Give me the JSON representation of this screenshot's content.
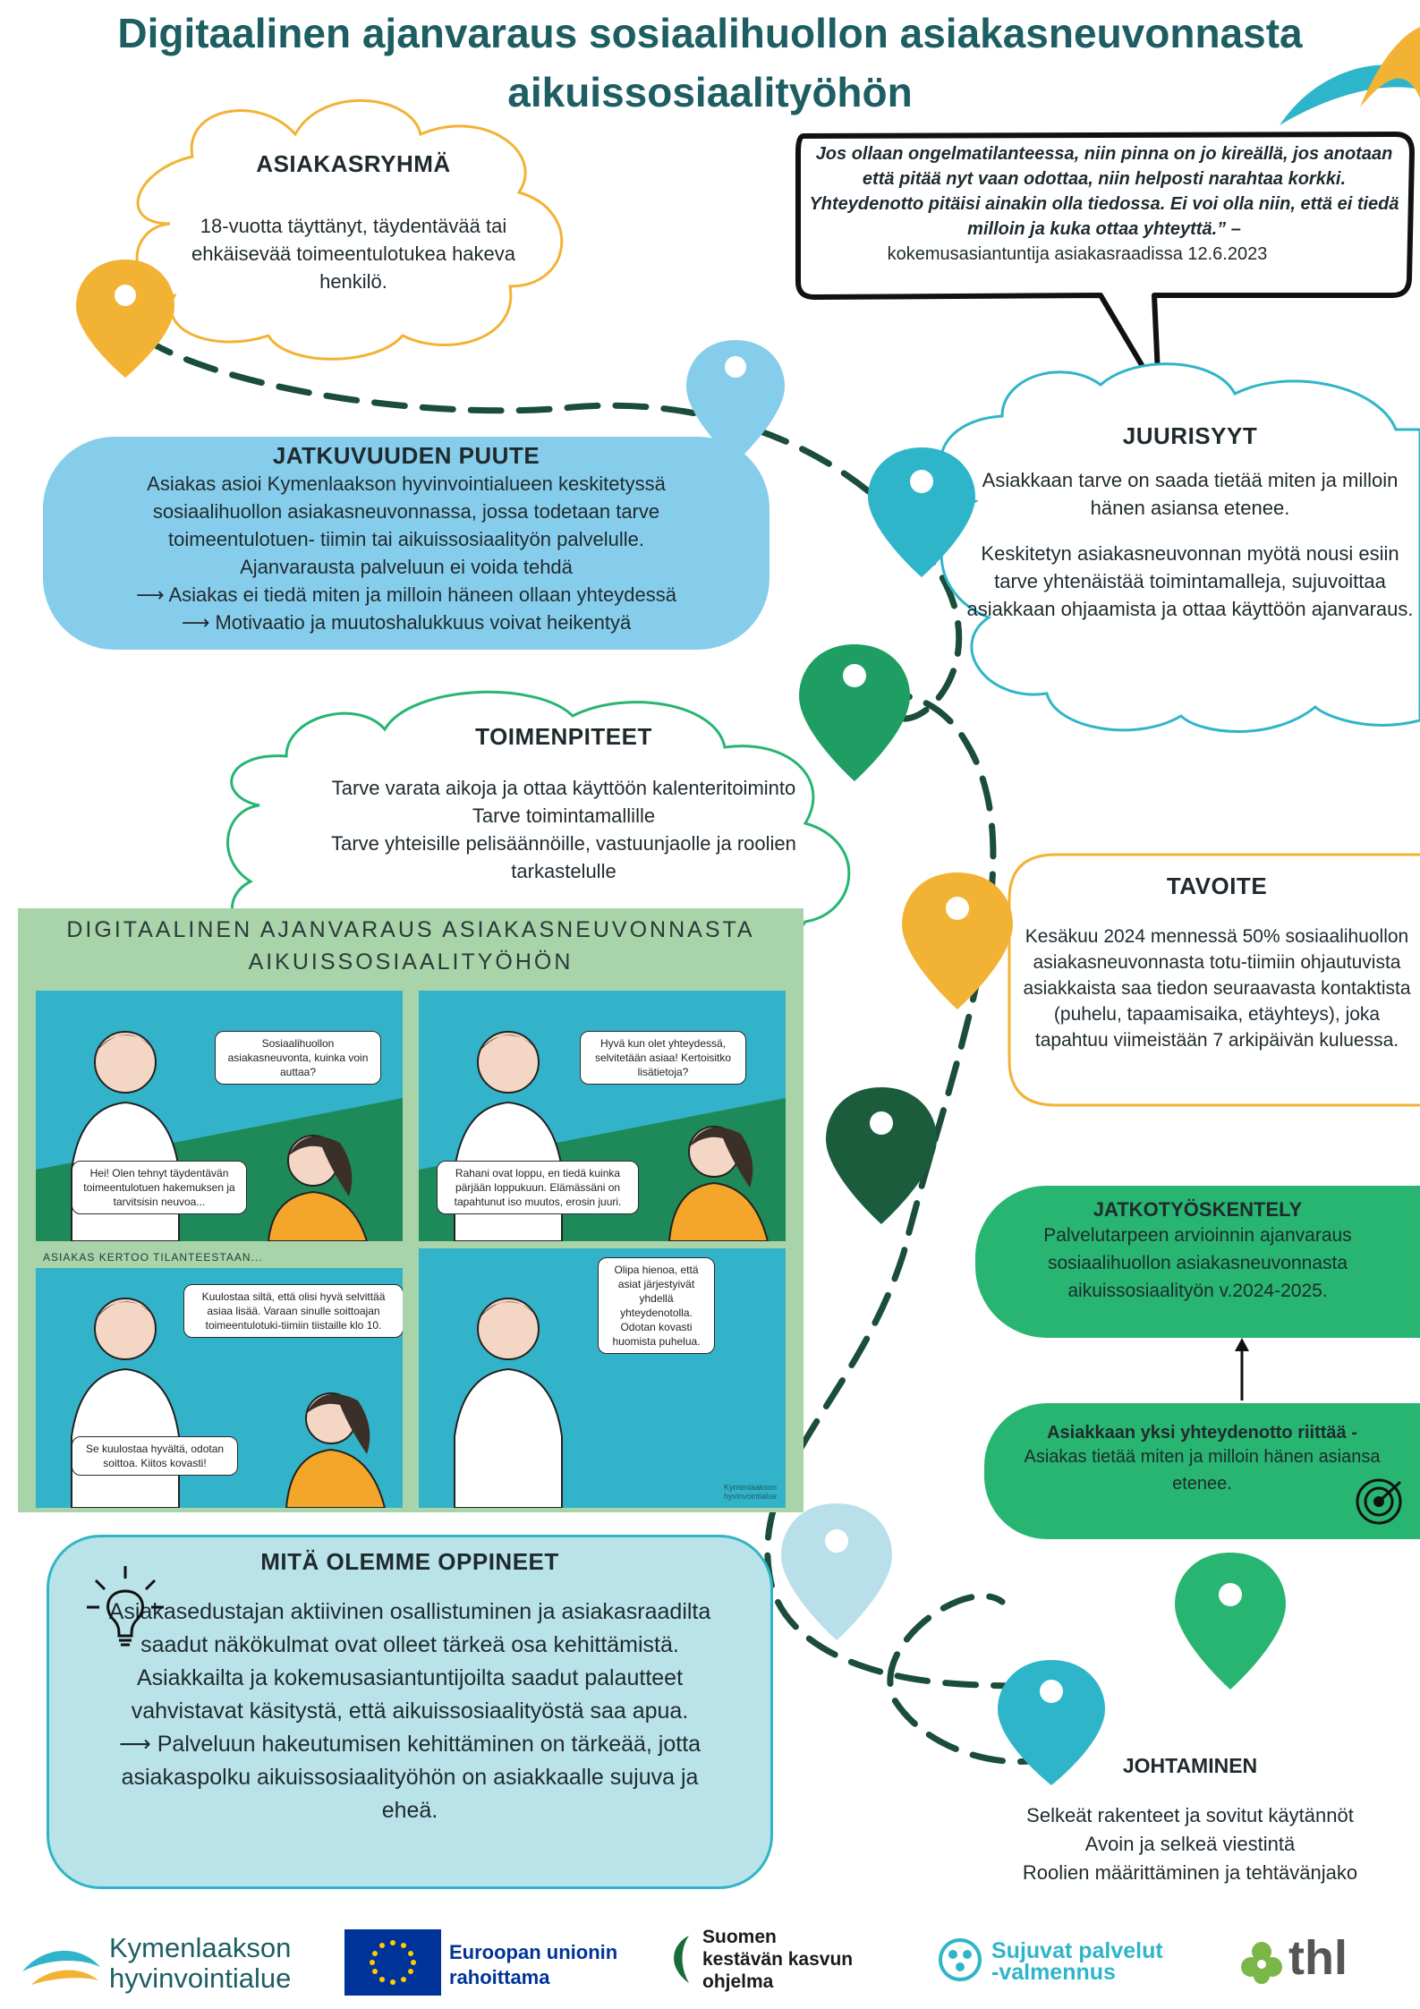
{
  "title": {
    "line1": "Digitaalinen ajanvaraus sosiaalihuollon asiakasneuvonnasta",
    "line2": "aikuissosiaalityöhön"
  },
  "asiakasryhma": {
    "heading": "ASIAKASRYHMÄ",
    "text": "18-vuotta täyttänyt, täydentävää tai ehkäisevää toimeentulotukea hakeva henkilö."
  },
  "quote": {
    "text": "Jos ollaan ongelmatilanteessa, niin pinna on jo kireällä, jos anotaan että pitää nyt vaan odottaa, niin helposti narahtaa korkki. Yhteydenotto pitäisi ainakin olla tiedossa. Ei voi olla niin, että ei tiedä milloin ja kuka ottaa yhteyttä.” –",
    "source": "kokemusasiantuntija asiakasraadissa 12.6.2023"
  },
  "jatkuvuus": {
    "heading": "JATKUVUUDEN PUUTE",
    "text": "Asiakas asioi Kymenlaakson hyvinvointialueen keskitetyssä sosiaalihuollon asiakasneuvonnassa, jossa todetaan tarve toimeentulotuen- tiimin tai aikuissosiaalityön palvelulle.",
    "line2": "Ajanvarausta palveluun ei voida tehdä",
    "line3": "Asiakas ei tiedä miten ja milloin häneen ollaan yhteydessä",
    "line4": "Motivaatio ja muutoshalukkuus voivat heikentyä"
  },
  "juurisyyt": {
    "heading": "JUURISYYT",
    "text1": "Asiakkaan tarve on saada tietää miten ja milloin hänen asiansa etenee.",
    "text2": "Keskitetyn asiakasneuvonnan myötä nousi esiin tarve yhtenäistää toimintamalleja, sujuvoittaa asiakkaan ohjaamista ja ottaa käyttöön ajanvaraus."
  },
  "toimenpiteet": {
    "heading": "TOIMENPITEET",
    "line1": "Tarve varata aikoja ja ottaa käyttöön kalenteritoiminto",
    "line2": "Tarve toimintamallille",
    "line3": "Tarve yhteisille pelisäännöille, vastuunjaolle ja roolien tarkastelulle"
  },
  "tavoite": {
    "heading": "TAVOITE",
    "text": "Kesäkuu 2024 mennessä 50% sosiaalihuollon asiakasneuvonnasta totu-tiimiin ohjautuvista asiakkaista saa tiedon seuraavasta kontaktista (puhelu, tapaamisaika, etäyhteys), joka tapahtuu viimeistään 7 arkipäivän kuluessa."
  },
  "comic": {
    "title1": "DIGITAALINEN AJANVARAUS ASIAKASNEUVONNASTA",
    "title2": "AIKUISSOSIAALITYÖHÖN",
    "p1_worker": "Sosiaalihuollon asiakasneuvonta, kuinka voin auttaa?",
    "p1_client": "Hei! Olen tehnyt täydentävän toimeentulotuen hakemuksen ja tarvitsisin neuvoa...",
    "p2_worker": "Hyvä kun olet yhteydessä, selvitetään asiaa! Kertoisitko lisätietoja?",
    "p2_client": "Rahani ovat loppu, en tiedä kuinka pärjään loppukuun. Elämässäni on tapahtunut iso muutos, erosin juuri.",
    "p3_caption": "ASIAKAS KERTOO TILANTEESTAAN...",
    "p3_worker": "Kuulostaa siltä, että olisi hyvä selvittää asiaa lisää. Varaan sinulle soittoajan toimeentulotuki-tiimiin tiistaille klo 10.",
    "p3_client": "Se kuulostaa hyvältä, odotan soittoa. Kiitos kovasti!",
    "p4_client": "Olipa hienoa, että asiat järjestyivät yhdellä yhteydenotolla. Odotan kovasti huomista puhelua.",
    "logo1": "Kymenlaakson",
    "logo2": "hyvinvointialue"
  },
  "jatkotyoskentely": {
    "heading": "JATKOTYÖSKENTELY",
    "text": "Palvelutarpeen arvioinnin ajanvaraus sosiaalihuollon asiakasneuvonnasta aikuissosiaalityön v.2024-2025."
  },
  "yksi": {
    "heading": "Asiakkaan yksi yhteydenotto riittää -",
    "text": "Asiakas tietää miten ja milloin hänen asiansa etenee."
  },
  "oppineet": {
    "heading": "MITÄ OLEMME OPPINEET",
    "text": "Asiakasedustajan aktiivinen osallistuminen ja asiakasraadilta saadut näkökulmat ovat olleet tärkeä osa kehittämistä. Asiakkailta ja kokemusasiantuntijoilta saadut palautteet vahvistavat käsitystä, että aikuissosiaalityöstä saa apua.",
    "text2": "Palveluun hakeutumisen kehittäminen on tärkeää, jotta asiakaspolku aikuissosiaalityöhön on asiakkaalle sujuva ja eheä."
  },
  "johtaminen": {
    "heading": "JOHTAMINEN",
    "line1": "Selkeät rakenteet ja sovitut käytännöt",
    "line2": "Avoin ja selkeä viestintä",
    "line3": "Roolien määrittäminen ja tehtävänjako"
  },
  "logos": {
    "kymen1": "Kymenlaakson",
    "kymen2": "hyvinvointialue",
    "eu1": "Euroopan unionin",
    "eu2": "rahoittama",
    "suomi1": "Suomen",
    "suomi2": "kestävän kasvun",
    "suomi3": "ohjelma",
    "sujuvat1": "Sujuvat palvelut",
    "sujuvat2": "-valmennus",
    "thl": "thl"
  },
  "colors": {
    "title": "#1d5e63",
    "orange": "#f2b335",
    "lightblue": "#86cdeb",
    "teal": "#2fb5c9",
    "green": "#27b571",
    "darkgreen": "#1a5c3c",
    "mint": "#b9e3e8",
    "comicbg": "#a9d3a8"
  }
}
